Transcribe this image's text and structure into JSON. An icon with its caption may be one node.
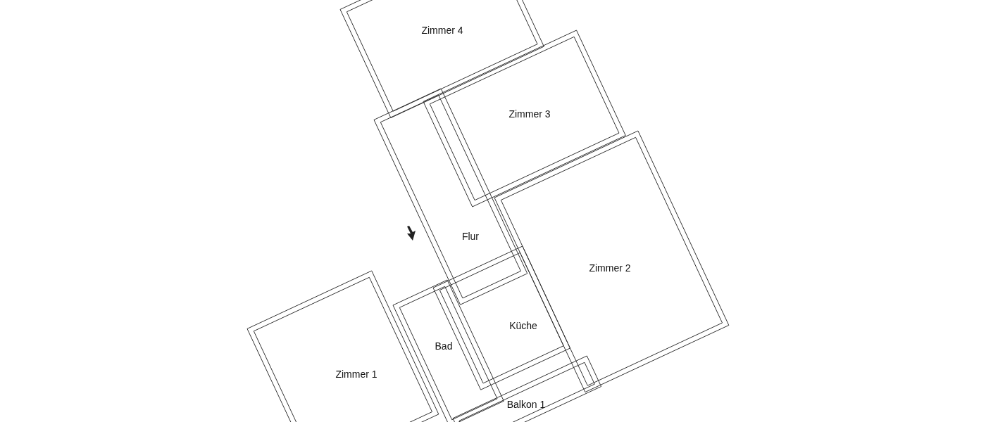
{
  "diagram": {
    "nodes": [
      {
        "text": [
          "Zimmer 4"
        ]
      },
      {
        "text": [
          "Zimmer 3"
        ]
      },
      {
        "text": [
          "Flur"
        ]
      },
      {
        "text": [
          "Zimmer 2"
        ]
      },
      {
        "text": [
          "Küche"
        ]
      },
      {
        "text": [
          "Bad"
        ]
      },
      {
        "text": [
          "Zimmer 1"
        ]
      },
      {
        "text": [
          "Balkon 1"
        ]
      }
    ]
  }
}
